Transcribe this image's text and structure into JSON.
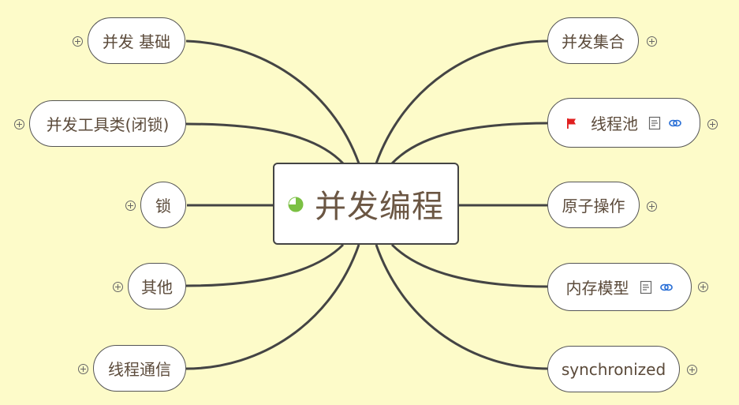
{
  "central": {
    "title": "并发编程",
    "icon": "progress-pie-icon",
    "icon_color": "#7bc043"
  },
  "left_topics": [
    {
      "id": "basics",
      "label": "并发 基础",
      "collapsed": true
    },
    {
      "id": "tools",
      "label": "并发工具类(闭锁)",
      "collapsed": true
    },
    {
      "id": "locks",
      "label": "锁",
      "collapsed": true
    },
    {
      "id": "others",
      "label": "其他",
      "collapsed": true
    },
    {
      "id": "thread-comm",
      "label": "线程通信",
      "collapsed": true
    }
  ],
  "right_topics": [
    {
      "id": "collections",
      "label": "并发集合",
      "collapsed": true
    },
    {
      "id": "thread-pool",
      "label": "线程池",
      "collapsed": true,
      "flag": true,
      "note": true,
      "link": true
    },
    {
      "id": "atomic",
      "label": "原子操作",
      "collapsed": true
    },
    {
      "id": "memory-model",
      "label": "内存模型",
      "collapsed": true,
      "note": true,
      "link": true
    },
    {
      "id": "synchronized",
      "label": "synchronized",
      "collapsed": true
    }
  ],
  "colors": {
    "background": "#fdfbc9",
    "line": "#444444",
    "flag": "#e02020",
    "link": "#2a6fd6"
  }
}
